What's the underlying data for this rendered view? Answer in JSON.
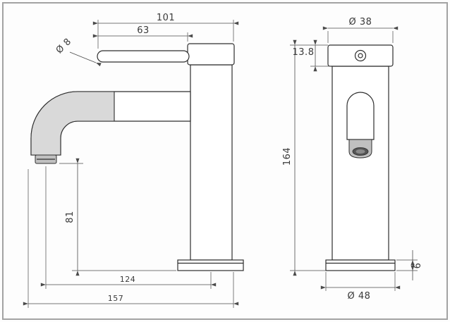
{
  "drawing": {
    "kind": "technical dimensional drawing",
    "subject": "single-lever basin faucet, two orthographic views"
  },
  "views": {
    "side": {
      "dims": {
        "overall_width": "101",
        "handle_length": "63",
        "handle_diameter": "Ø 8",
        "outlet_height": "81",
        "outlet_reach": "124",
        "overall_reach": "157"
      }
    },
    "front": {
      "dims": {
        "top_diameter": "Ø 38",
        "cap_height": "13.8",
        "overall_height": "164",
        "base_thickness": "6",
        "base_diameter": "Ø 48"
      }
    }
  },
  "colors": {
    "object_line": "#2e2e2e",
    "dimension_line": "#4a4a4a",
    "shading": "#d9d9d9",
    "frame_border": "#a3a3a3",
    "background": "#fdfdfd"
  }
}
